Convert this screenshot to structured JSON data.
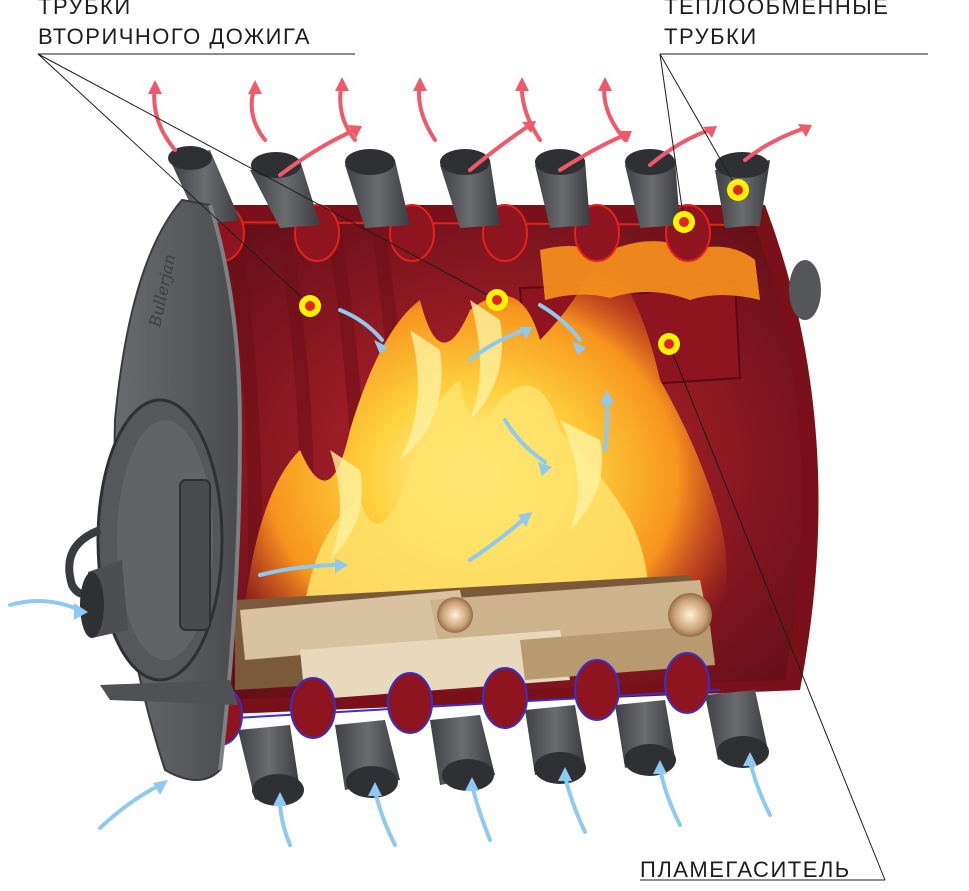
{
  "labels": {
    "secondary_line1": "ТРУБКИ",
    "secondary_line2": "ВТОРИЧНОГО ДОЖИГА",
    "heat_line1": "ТЕПЛООБМЕННЫЕ",
    "heat_line2": "ТРУБКИ",
    "flame_arrester": "ПЛАМЕГАСИТЕЛЬ"
  },
  "door_logo": "Bullerjan",
  "colors": {
    "body_metal": "#57585b",
    "cutaway_red": "#8e1420",
    "flame_orange": "#f7941d",
    "flame_yellow": "#ffd23f",
    "hot_arrow": "#ef5a6b",
    "cold_arrow": "#8ec9f0",
    "marker_yellow": "#fff200",
    "marker_red": "#e2231a"
  }
}
